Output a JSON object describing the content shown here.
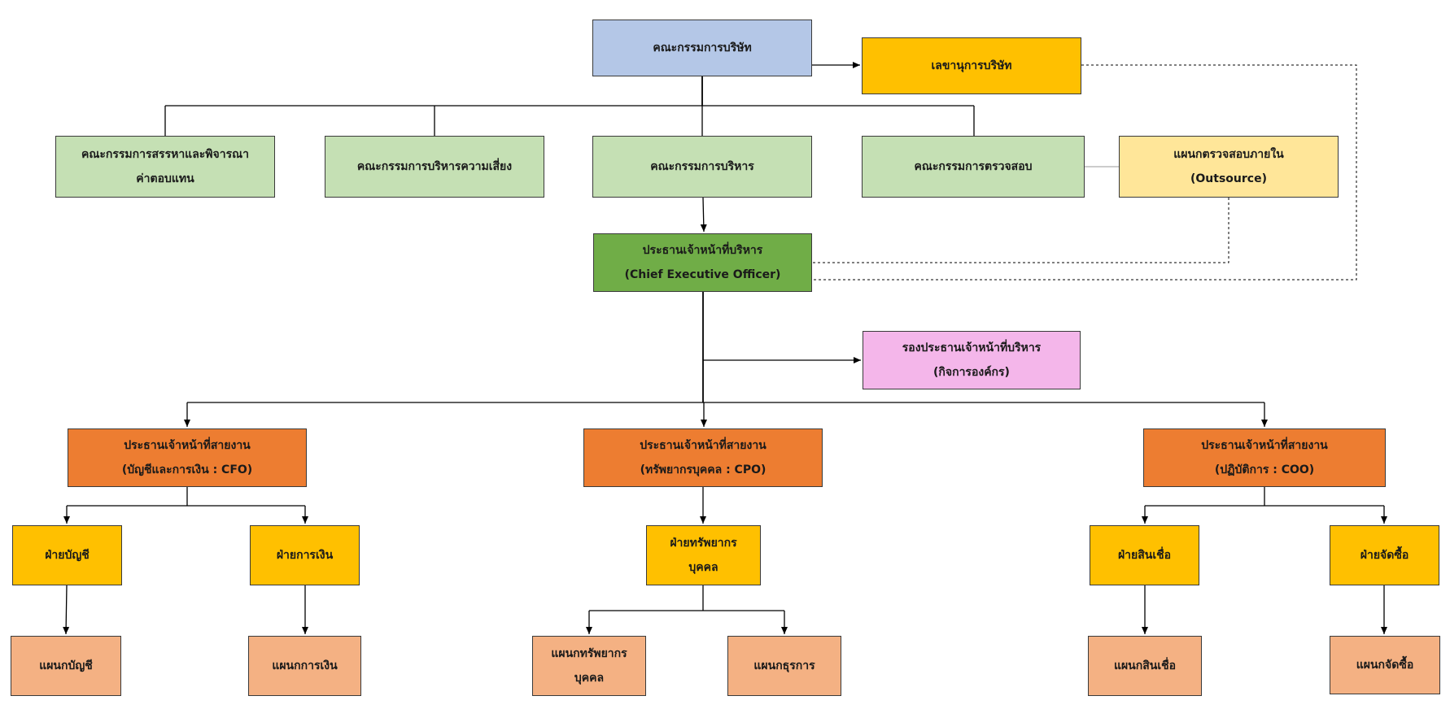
{
  "colors": {
    "board": "#b4c7e7",
    "committee": "#c5e0b4",
    "ceo": "#70ad47",
    "secretary": "#ffc000",
    "internal_audit": "#ffe699",
    "deputy": "#f4b6ea",
    "chief": "#ed7d31",
    "division": "#ffc000",
    "department": "#f4b183",
    "line": "#000000"
  },
  "nodes": {
    "board": {
      "lines": [
        "คณะกรรมการบริษัท"
      ]
    },
    "secretary": {
      "lines": [
        "เลขานุการบริษัท"
      ]
    },
    "nomination_committee": {
      "lines": [
        "คณะกรรมการสรรหาและพิจารณา",
        "ค่าตอบแทน"
      ]
    },
    "risk_committee": {
      "lines": [
        "คณะกรรมการบริหารความเสี่ยง"
      ]
    },
    "executive_committee": {
      "lines": [
        "คณะกรรมการบริหาร"
      ]
    },
    "audit_committee": {
      "lines": [
        "คณะกรรมการตรวจสอบ"
      ]
    },
    "internal_audit": {
      "lines": [
        "แผนกตรวจสอบภายใน",
        "(Outsource)"
      ]
    },
    "ceo": {
      "lines": [
        "ประธานเจ้าหน้าที่บริหาร",
        "(Chief Executive Officer)"
      ]
    },
    "deputy_ceo": {
      "lines": [
        "รองประธานเจ้าหน้าที่บริหาร",
        "(กิจการองค์กร)"
      ]
    },
    "cfo": {
      "lines": [
        "ประธานเจ้าหน้าที่สายงาน",
        "(บัญชีและการเงิน : CFO)"
      ]
    },
    "cpo": {
      "lines": [
        "ประธานเจ้าหน้าที่สายงาน",
        "(ทรัพยากรบุคคล : CPO)"
      ]
    },
    "coo": {
      "lines": [
        "ประธานเจ้าหน้าที่สายงาน",
        "(ปฏิบัติการ : COO)"
      ]
    },
    "accounting_div": {
      "lines": [
        "ฝ่ายบัญชี"
      ]
    },
    "finance_div": {
      "lines": [
        "ฝ่ายการเงิน"
      ]
    },
    "hr_div": {
      "lines": [
        "ฝ่ายทรัพยากร",
        "บุคคล"
      ]
    },
    "credit_div": {
      "lines": [
        "ฝ่ายสินเชื่อ"
      ]
    },
    "procurement_div": {
      "lines": [
        "ฝ่ายจัดซื้อ"
      ]
    },
    "accounting_dept": {
      "lines": [
        "แผนกบัญชี"
      ]
    },
    "finance_dept": {
      "lines": [
        "แผนกการเงิน"
      ]
    },
    "hr_dept": {
      "lines": [
        "แผนกทรัพยากร",
        "บุคคล"
      ]
    },
    "admin_dept": {
      "lines": [
        "แผนกธุรการ"
      ]
    },
    "credit_dept": {
      "lines": [
        "แผนกสินเชื่อ"
      ]
    },
    "procurement_dept": {
      "lines": [
        "แผนกจัดซื้อ"
      ]
    }
  }
}
